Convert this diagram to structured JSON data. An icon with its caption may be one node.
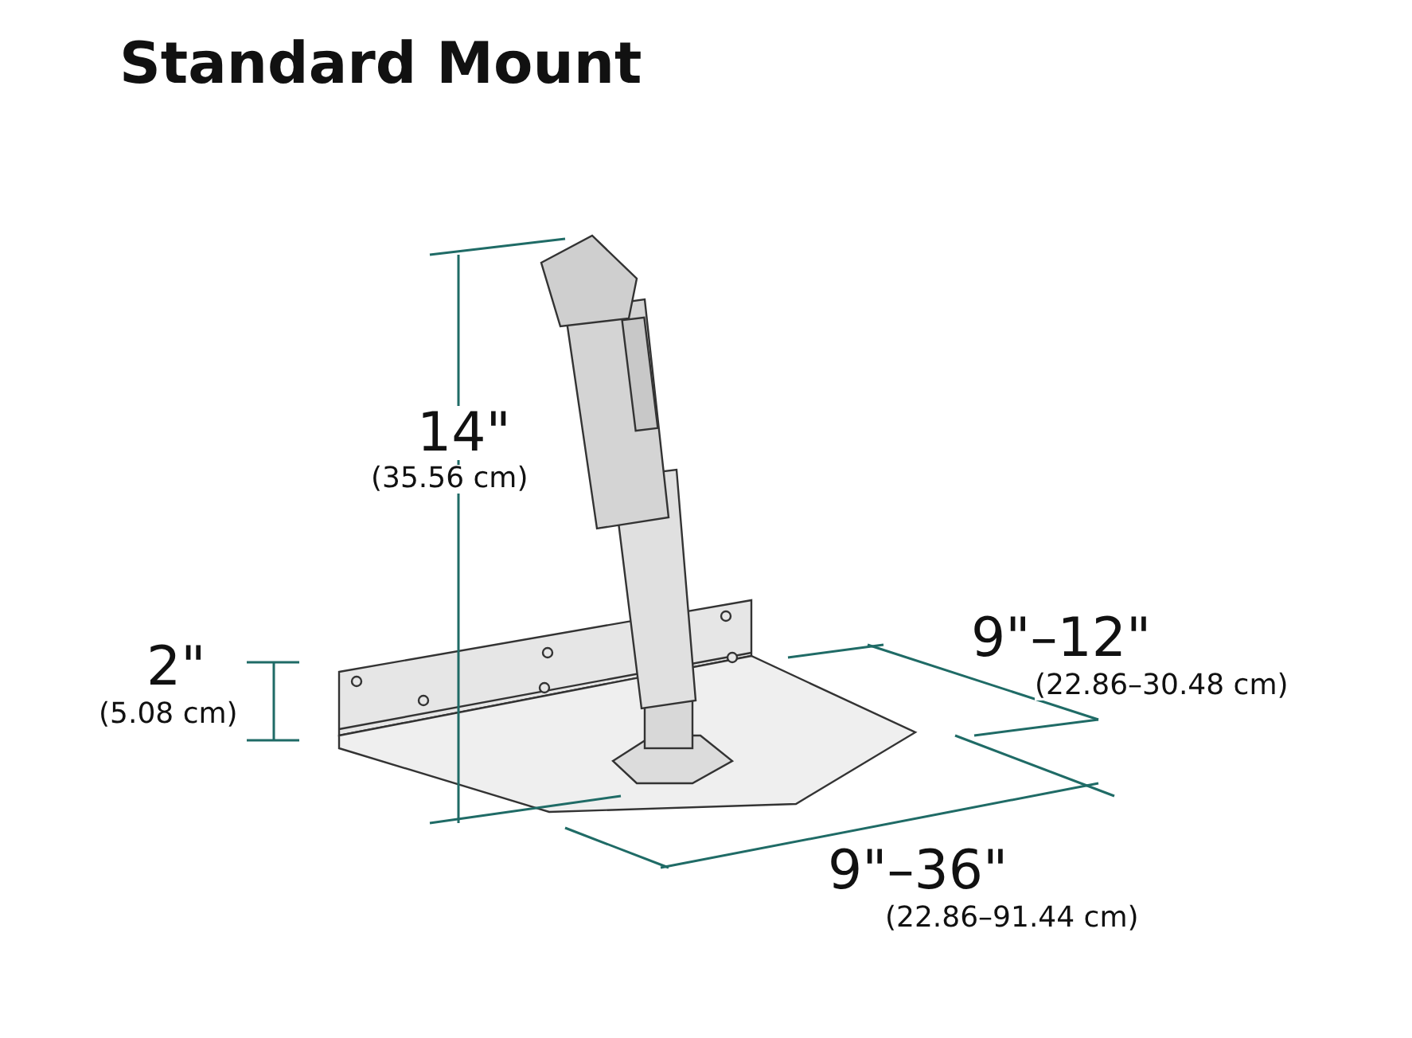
{
  "diagram": {
    "title": "Standard Mount",
    "labels": [
      "14\"",
      "(35.56 cm)",
      "2\"",
      "(5.08 cm)",
      "9\"–12\"",
      "(22.86–30.48 cm)",
      "9\"–36\"",
      "(22.86–91.44 cm)"
    ]
  }
}
